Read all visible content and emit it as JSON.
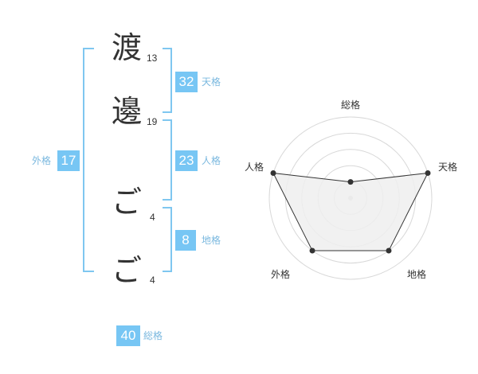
{
  "name": {
    "chars": [
      {
        "char": "渡",
        "strokes": "13"
      },
      {
        "char": "邊",
        "strokes": "19"
      },
      {
        "char": "ご",
        "strokes": "4"
      },
      {
        "char": "ご",
        "strokes": "4"
      }
    ]
  },
  "scores": {
    "tenkaku": {
      "label": "天格",
      "value": "32"
    },
    "jinkaku": {
      "label": "人格",
      "value": "23"
    },
    "chikaku": {
      "label": "地格",
      "value": "8"
    },
    "gaikaku": {
      "label": "外格",
      "value": "17"
    },
    "soukaku": {
      "label": "総格",
      "value": "40"
    }
  },
  "chart_data": {
    "type": "radar",
    "axes": [
      "総格",
      "天格",
      "地格",
      "外格",
      "人格"
    ],
    "values": [
      1,
      5,
      4,
      4,
      5
    ],
    "max": 5,
    "rings": 5,
    "colors": {
      "fill": "#efefef",
      "line": "#333333",
      "grid": "#d8d8d8"
    }
  },
  "colors": {
    "accent": "#77c6f4",
    "bracket": "#7fc7f0",
    "label": "#7ab8df"
  }
}
